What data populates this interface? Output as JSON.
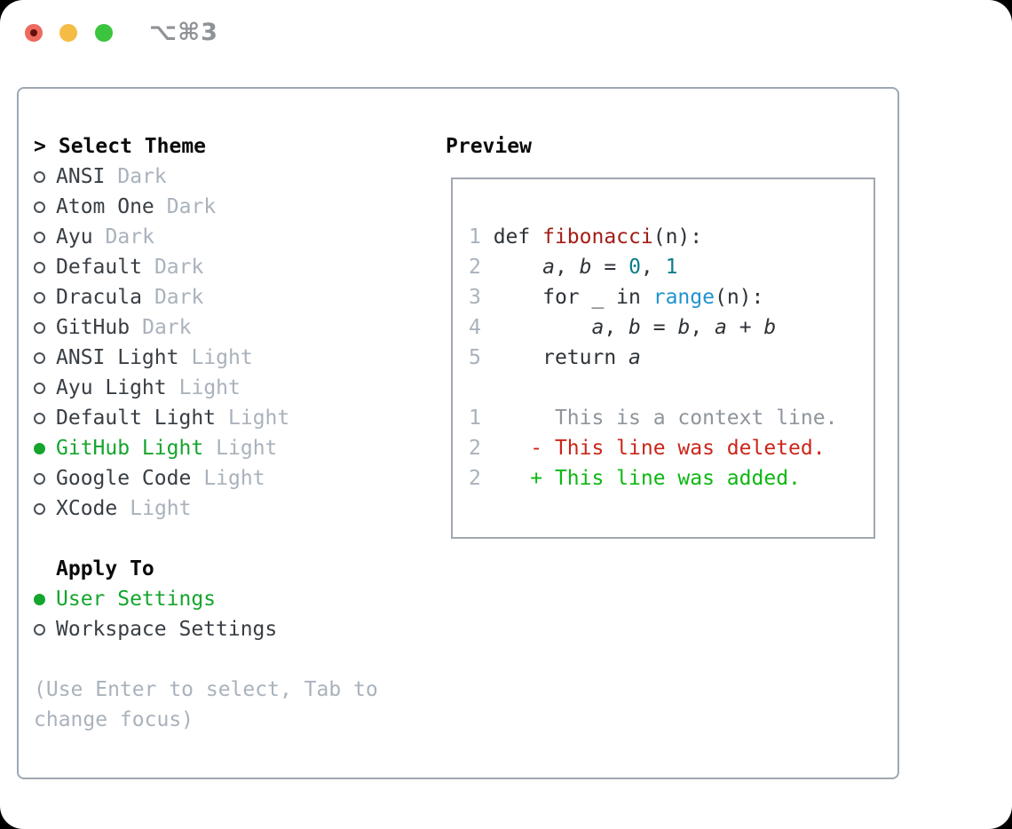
{
  "titlebar": {
    "title": "⌥⌘3"
  },
  "theme_picker": {
    "header_caret": ">",
    "header": "Select Theme",
    "themes": [
      {
        "name": "ANSI",
        "badge": "Dark",
        "selected": false
      },
      {
        "name": "Atom One",
        "badge": "Dark",
        "selected": false
      },
      {
        "name": "Ayu",
        "badge": "Dark",
        "selected": false
      },
      {
        "name": "Default",
        "badge": "Dark",
        "selected": false
      },
      {
        "name": "Dracula",
        "badge": "Dark",
        "selected": false
      },
      {
        "name": "GitHub",
        "badge": "Dark",
        "selected": false
      },
      {
        "name": "ANSI Light",
        "badge": "Light",
        "selected": false
      },
      {
        "name": "Ayu Light",
        "badge": "Light",
        "selected": false
      },
      {
        "name": "Default Light",
        "badge": "Light",
        "selected": false
      },
      {
        "name": "GitHub Light",
        "badge": "Light",
        "selected": true
      },
      {
        "name": "Google Code",
        "badge": "Light",
        "selected": false
      },
      {
        "name": "XCode",
        "badge": "Light",
        "selected": false
      }
    ],
    "apply_to_header": "Apply To",
    "apply_to_options": [
      {
        "name": "User Settings",
        "selected": true
      },
      {
        "name": "Workspace Settings",
        "selected": false
      }
    ],
    "help_text": "(Use Enter to select, Tab to change focus)"
  },
  "preview": {
    "header": "Preview",
    "lines": [
      {
        "num": "1",
        "segments": [
          {
            "text": "def ",
            "style": "default"
          },
          {
            "text": "fibonacci",
            "style": "function"
          },
          {
            "text": "(n):",
            "style": "default"
          }
        ]
      },
      {
        "num": "2",
        "segments": [
          {
            "text": "    ",
            "style": "default"
          },
          {
            "text": "a",
            "style": "variable"
          },
          {
            "text": ", ",
            "style": "default"
          },
          {
            "text": "b",
            "style": "variable"
          },
          {
            "text": " = ",
            "style": "default"
          },
          {
            "text": "0",
            "style": "number"
          },
          {
            "text": ", ",
            "style": "default"
          },
          {
            "text": "1",
            "style": "number"
          }
        ]
      },
      {
        "num": "3",
        "segments": [
          {
            "text": "    for _ in ",
            "style": "default"
          },
          {
            "text": "range",
            "style": "builtin"
          },
          {
            "text": "(n):",
            "style": "default"
          }
        ]
      },
      {
        "num": "4",
        "segments": [
          {
            "text": "        ",
            "style": "default"
          },
          {
            "text": "a",
            "style": "variable"
          },
          {
            "text": ", ",
            "style": "default"
          },
          {
            "text": "b",
            "style": "variable"
          },
          {
            "text": " = ",
            "style": "default"
          },
          {
            "text": "b",
            "style": "variable"
          },
          {
            "text": ", ",
            "style": "default"
          },
          {
            "text": "a",
            "style": "variable"
          },
          {
            "text": " + ",
            "style": "default"
          },
          {
            "text": "b",
            "style": "variable"
          }
        ]
      },
      {
        "num": "5",
        "segments": [
          {
            "text": "    return ",
            "style": "default"
          },
          {
            "text": "a",
            "style": "variable"
          }
        ]
      },
      {
        "num": "",
        "segments": []
      },
      {
        "num": "1",
        "segments": [
          {
            "text": "     This is a context line.",
            "style": "context"
          }
        ]
      },
      {
        "num": "2",
        "segments": [
          {
            "text": "   - This line was deleted.",
            "style": "deleted"
          }
        ]
      },
      {
        "num": "2",
        "segments": [
          {
            "text": "   + This line was added.",
            "style": "added"
          }
        ]
      }
    ]
  },
  "colors": {
    "panel_border": "#9fa8b2",
    "selected_green": "#14a52d",
    "badge_gray": "#a9b2bc",
    "item_text": "#383e44",
    "code_default": "#2e3338",
    "function_red": "#a31d16",
    "number_teal": "#0d7d8c",
    "builtin_blue": "#2093cf",
    "context_gray": "#8e959c",
    "diff_deleted_red": "#cb2519",
    "diff_added_green": "#0cb811",
    "traffic_red": "#ee6a5f",
    "traffic_yellow": "#f5bc45",
    "traffic_green": "#3dc43f"
  }
}
